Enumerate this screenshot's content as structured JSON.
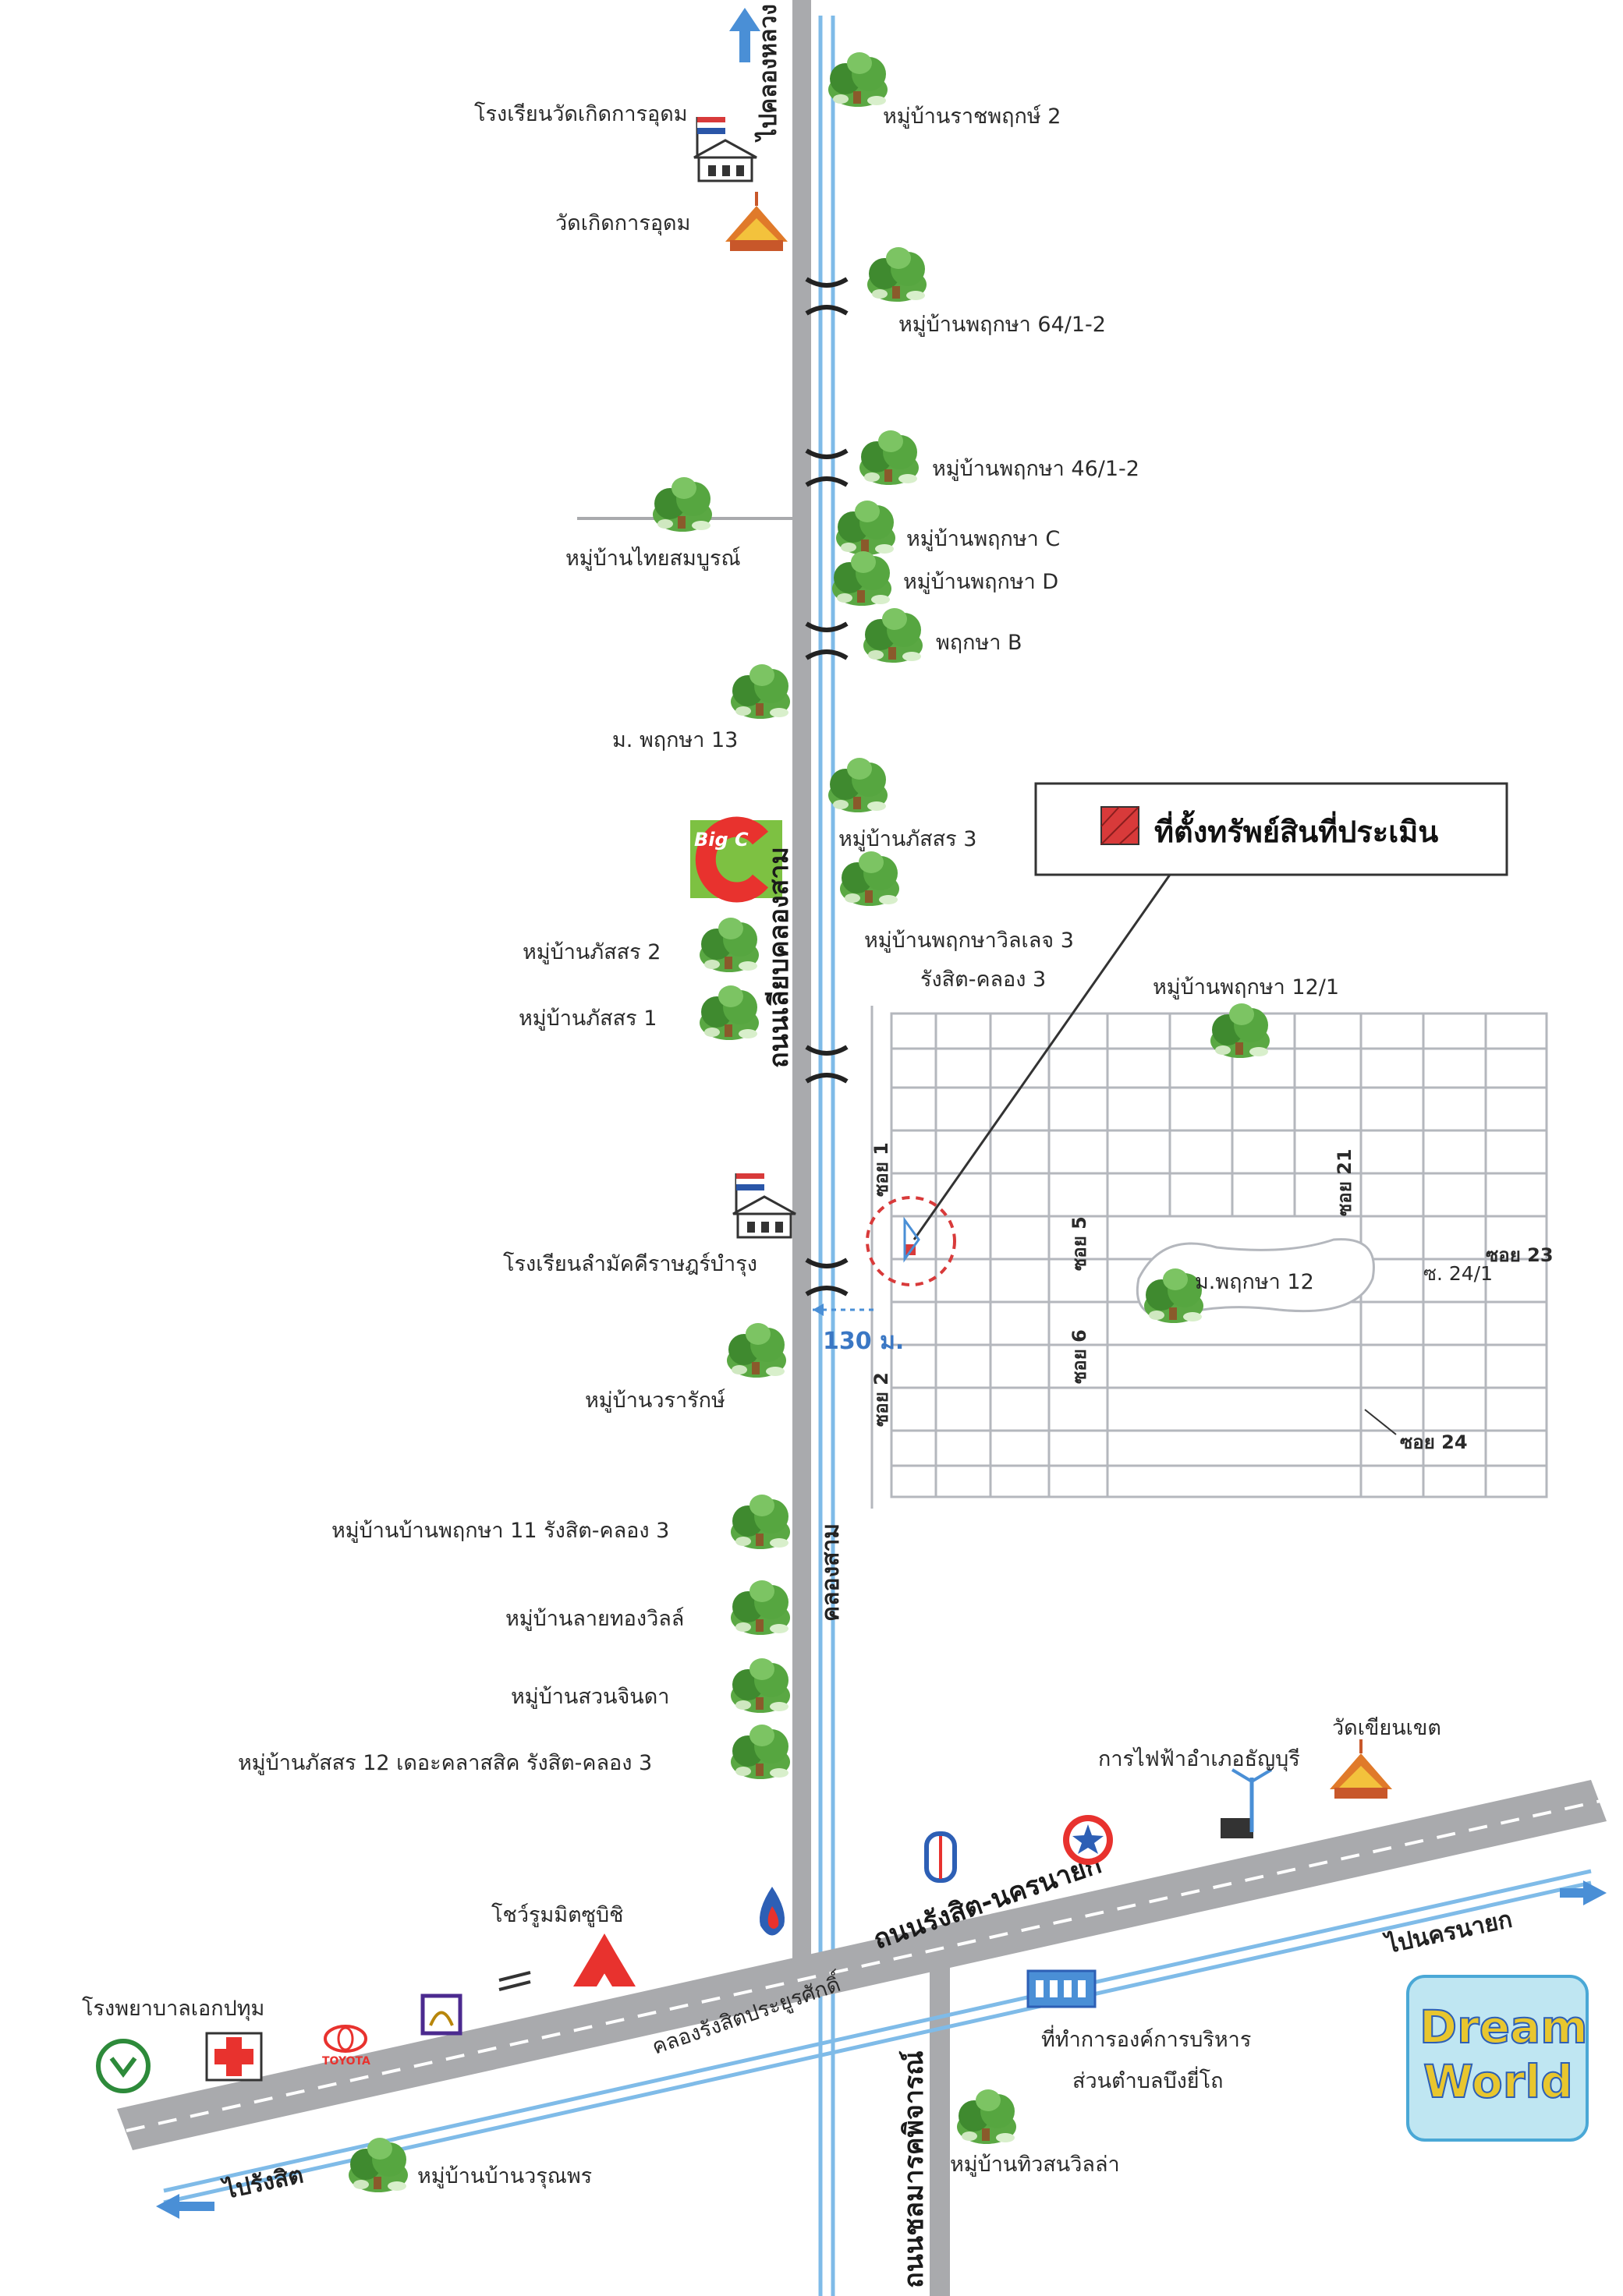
{
  "legend": {
    "text": "ที่ตั้งทรัพย์สินที่ประเมิน",
    "swatch_color": "#d83a3a"
  },
  "roads": {
    "main_vertical": "ถนนเลียบคลองสาม",
    "rangsit_nakhon_nayok": "ถนนรังสิต-นครนายก",
    "tochong": "ถนนชลมารคพิจารณ์",
    "canal_three": "คลองสาม",
    "canal_rangsit": "คลองรังสิตประยูรศักดิ์"
  },
  "directions": {
    "north": "ไปคลองหลวง",
    "east": "ไปนครนายก",
    "west": "ไปรังสิต"
  },
  "distance": "130 ม.",
  "soi": {
    "soi1": "ซอย 1",
    "soi2": "ซอย 2",
    "soi5": "ซอย 5",
    "soi6": "ซอย 6",
    "soi21": "ซอย 21",
    "soi23": "ซอย 23",
    "soi24": "ซอย 24",
    "soi24_1": "ซ. 24/1"
  },
  "places": {
    "school_kerd": "โรงเรียนวัดเกิดการอุดม",
    "wat_kerd": "วัดเกิดการอุดม",
    "rachaphruek2": "หมู่บ้านราชพฤกษ์ 2",
    "phruksa64": "หมู่บ้านพฤกษา 64/1-2",
    "phruksa46": "หมู่บ้านพฤกษา 46/1-2",
    "thaisombun": "หมู่บ้านไทยสมบูรณ์",
    "phruksa_c": "หมู่บ้านพฤกษา C",
    "phruksa_d": "หมู่บ้านพฤกษา D",
    "phruksa_b": "พฤกษา B",
    "phruksa13": "ม. พฤกษา 13",
    "phatsorn3": "หมู่บ้านภัสสร 3",
    "phruksa_village3": "หมู่บ้านพฤกษาวิลเลจ 3",
    "rangsit_khlong3": "รังสิต-คลอง 3",
    "phatsorn2": "หมู่บ้านภัสสร 2",
    "phatsorn1": "หมู่บ้านภัสสร 1",
    "phruksa12_1": "หมู่บ้านพฤกษา 12/1",
    "school_lam": "โรงเรียนลำมัคคีราษฎร์บำรุง",
    "phruksa12": "ม.พฤกษา 12",
    "wararak": "หมู่บ้านวรารักษ์",
    "phruksa11": "หมู่บ้านบ้านพฤกษา 11 รังสิต-คลอง 3",
    "laithong": "หมู่บ้านลายทองวิลล์",
    "suanjinda": "หมู่บ้านสวนจินดา",
    "phatsorn12": "หมู่บ้านภัสสร 12 เดอะคลาสสิค รังสิต-คลอง 3",
    "electricity": "การไฟฟ้าอำเภอธัญบุรี",
    "wat_khian": "วัดเขียนเขต",
    "mitsubishi": "โชว์รูมมิตซูบิชิ",
    "hospital": "โรงพยาบาลเอกปทุม",
    "toyota": "TOYOTA",
    "sao_office": "ที่ทำการองค์การบริหาร",
    "sao_office2": "ส่วนตำบลบึงยี่โถ",
    "tiwson": "หมู่บ้านทิวสนวิลล่า",
    "woranphon": "หมู่บ้านบ้านวรุณพร",
    "bigc": "Big C",
    "dream1": "Dream",
    "dream2": "World"
  },
  "icons": {
    "tree": "village-tree-icon",
    "school": "school-icon",
    "temple": "temple-icon",
    "bridge": "bridge-icon",
    "ptt": "ptt-icon",
    "caltex": "caltex-icon",
    "hospital": "hospital-cross-icon",
    "bank": "bank-icon"
  },
  "colors": {
    "road": "#a9aaad",
    "canal": "#7fbbe8",
    "tree": "#4f9e3a",
    "marker": "#d83a3a"
  }
}
